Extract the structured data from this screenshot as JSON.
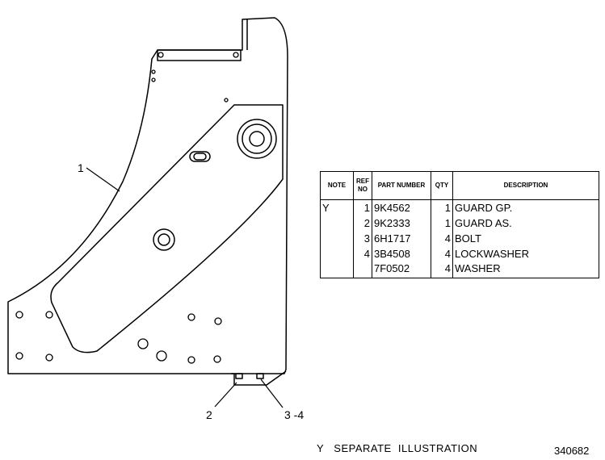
{
  "callouts": {
    "item1": "1",
    "item2": "2",
    "item3_4": "3 -4"
  },
  "parts_table": {
    "headers": {
      "note": "NOTE",
      "ref_no": "REF NO",
      "part_number": "PART NUMBER",
      "qty": "QTY",
      "description": "DESCRIPTION"
    },
    "rows": [
      {
        "note": "Y",
        "ref": "1",
        "part": "9K4562",
        "qty": "1",
        "desc": "GUARD  GP."
      },
      {
        "note": "",
        "ref": "2",
        "part": "9K2333",
        "qty": "1",
        "desc": "GUARD  AS."
      },
      {
        "note": "",
        "ref": "3",
        "part": "6H1717",
        "qty": "4",
        "desc": "BOLT"
      },
      {
        "note": "",
        "ref": "4",
        "part": "3B4508",
        "qty": "4",
        "desc": "LOCKWASHER"
      },
      {
        "note": "",
        "ref": "",
        "part": "7F0502",
        "qty": "4",
        "desc": "WASHER"
      }
    ]
  },
  "footnote": "Y   SEPARATE  ILLUSTRATION",
  "illustration_number": "340682"
}
